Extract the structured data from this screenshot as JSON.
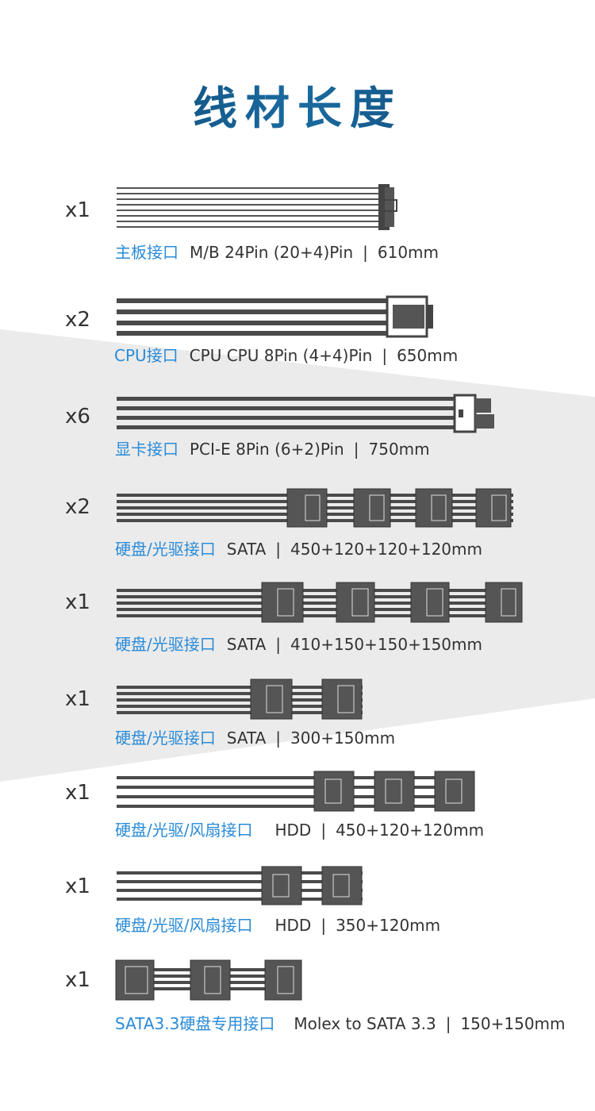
{
  "title": "线材长度",
  "cables": [
    {
      "qty": "x1",
      "port": "主板接口",
      "spec": "M/B 24Pin (20+4)Pin",
      "length": "610mm"
    },
    {
      "qty": "x2",
      "port": "CPU接口",
      "spec": "CPU CPU 8Pin (4+4)Pin",
      "length": "650mm"
    },
    {
      "qty": "x6",
      "port": "显卡接口",
      "spec": "PCI-E 8Pin (6+2)Pin",
      "length": "750mm"
    },
    {
      "qty": "x2",
      "port": "硬盘/光驱接口",
      "spec": "SATA",
      "length": "450+120+120+120mm"
    },
    {
      "qty": "x1",
      "port": "硬盘/光驱接口",
      "spec": "SATA",
      "length": "410+150+150+150mm"
    },
    {
      "qty": "x1",
      "port": "硬盘/光驱接口",
      "spec": "SATA",
      "length": "300+150mm"
    },
    {
      "qty": "x1",
      "port": "硬盘/光驱/风扇接口",
      "spec": "HDD",
      "length": "450+120+120mm"
    },
    {
      "qty": "x1",
      "port": "硬盘/光驱/风扇接口",
      "spec": "HDD",
      "length": "350+120mm"
    },
    {
      "qty": "x1",
      "port": "SATA3.3硬盘专用接口",
      "spec": "Molex to SATA 3.3",
      "length": "150+150mm"
    }
  ],
  "colors": {
    "accent": "#2a8bd8",
    "cable": "#4a4a4a",
    "band": "#ebebeb"
  }
}
